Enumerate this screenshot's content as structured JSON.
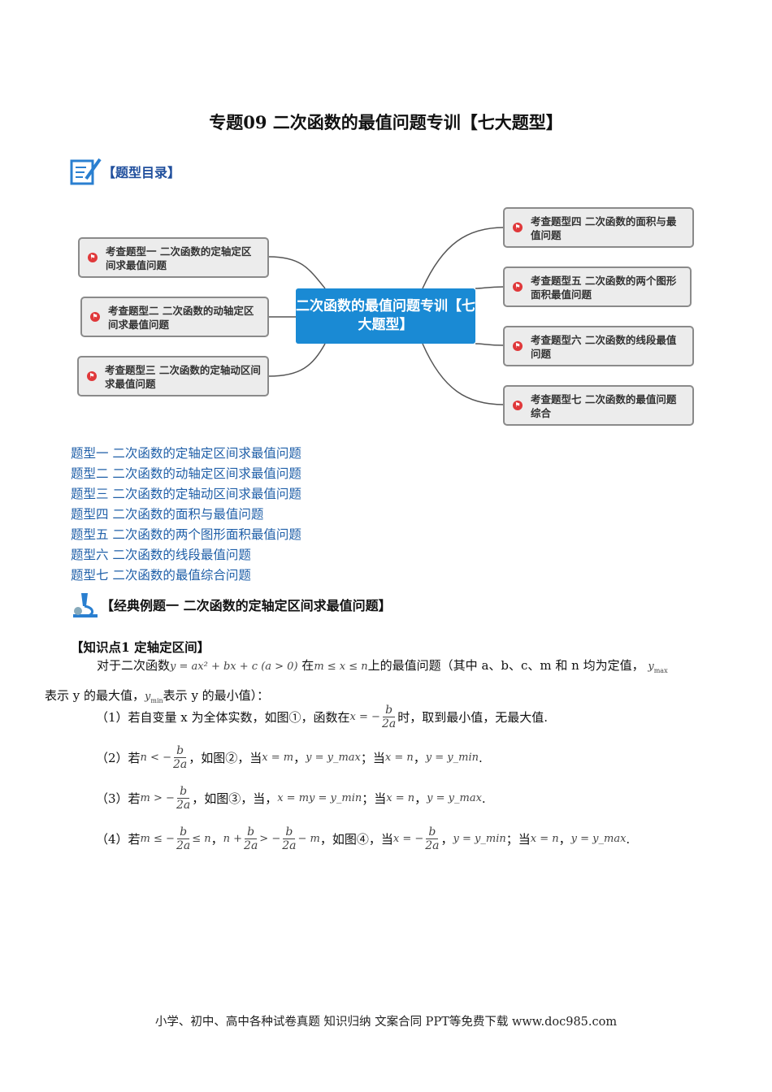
{
  "title": "专题09 二次函数的最值问题专训【七大题型】",
  "section_catalog": "【题型目录】",
  "mindmap": {
    "center": "二次函数的最值问题专训【七大题型】",
    "left": [
      "考查题型一 二次函数的定轴定区间求最值问题",
      "考查题型二 二次函数的动轴定区间求最值问题",
      "考查题型三 二次函数的定轴动区间求最值问题"
    ],
    "right": [
      "考查题型四 二次函数的面积与最值问题",
      "考查题型五 二次函数的两个图形面积最值问题",
      "考查题型六 二次函数的线段最值问题",
      "考查题型七 二次函数的最值问题综合"
    ]
  },
  "toc": [
    "题型一  二次函数的定轴定区间求最值问题",
    "题型二  二次函数的动轴定区间求最值问题",
    "题型三  二次函数的定轴动区间求最值问题",
    "题型四  二次函数的面积与最值问题",
    "题型五  二次函数的两个图形面积最值问题",
    "题型六  二次函数的线段最值问题",
    "题型七  二次函数的最值综合问题"
  ],
  "example_heading": "【经典例题一  二次函数的定轴定区间求最值问题】",
  "knowledge_title": "【知识点1    定轴定区间】",
  "intro": {
    "a": "对于二次函数",
    "f": "y = ax² + bx + c (a > 0)",
    "b": "在",
    "r": "m ≤ x ≤ n",
    "c": "上的最值问题（其中 a、b、c、m 和 n 均为定值，",
    "ymax": "y",
    "maxs": "max",
    "d": "表示 y 的最大值，",
    "ymin": "y",
    "mins": "min",
    "e": "表示 y 的最小值）："
  },
  "items": [
    {
      "s1": "（1）若自变量 x 为全体实数，如图①，函数在",
      "m1": "x = −",
      "num": "b",
      "den": "2a",
      "s2": "时，取到最小值，无最大值."
    },
    {
      "s1": "（2）若",
      "m1": "n < −",
      "num": "b",
      "den": "2a",
      "s2": "，如图②，当",
      "m2": "x = m",
      "s3": "，",
      "m3": "y = y_max",
      "s4": "；当",
      "m4": "x = n",
      "s5": "，",
      "m5": "y = y_min",
      "s6": "."
    },
    {
      "s1": "（3）若",
      "m1": "m > −",
      "num": "b",
      "den": "2a",
      "s2": "，如图③，当，",
      "m2": "x = m",
      "m3": "y = y_min",
      "s4": "；当",
      "m4": "x = n",
      "s5": "，",
      "m5": "y = y_max",
      "s6": "."
    },
    {
      "s1": "（4）若",
      "m1": "m ≤ −",
      "num": "b",
      "den": "2a",
      "m1b": "≤ n",
      "s2": "，",
      "m2a": "n +",
      "m2f": "> −",
      "m2c": "− m",
      "s3": "，如图④，当",
      "m3": "x = −",
      "s4": "，",
      "m5": "y = y_min",
      "s5": "；当",
      "m6": "x = n",
      "s6": "，",
      "m7": "y = y_max",
      "s7": "."
    }
  ],
  "footer": "小学、初中、高中各种试卷真题  知识归纳  文案合同  PPT等免费下载     www.doc985.com"
}
